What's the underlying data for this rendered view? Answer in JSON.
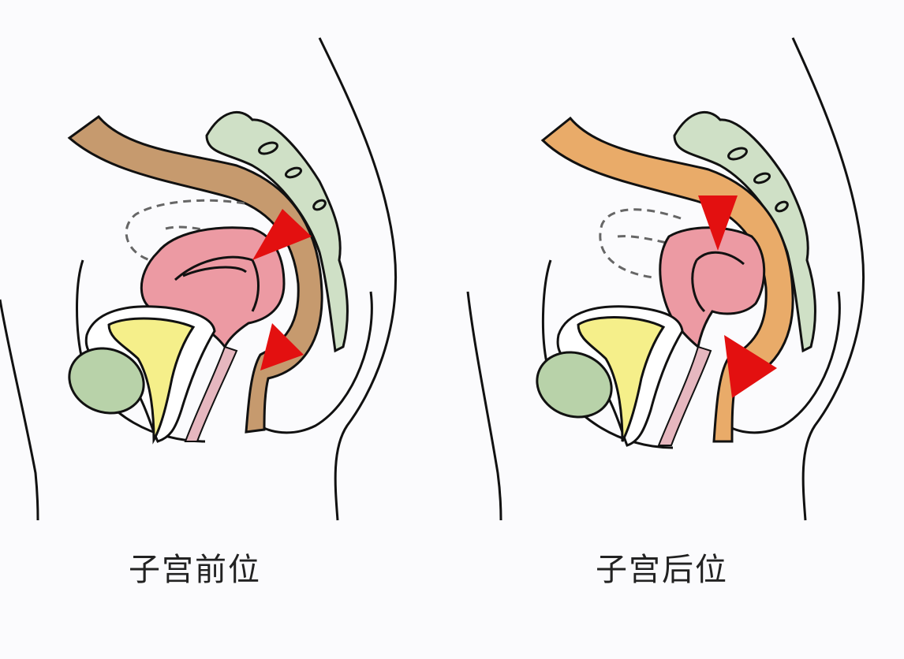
{
  "diagrams": [
    {
      "id": "anteverted",
      "caption": "子宫前位",
      "colors": {
        "rectum": "#c69a6e",
        "sacrum": "#cfe0c6",
        "uterus": "#ec9aa3",
        "bladder": "#f5ef8a",
        "pubis": "#b8d2a9",
        "arrow": "#e31010",
        "outline": "#111111"
      }
    },
    {
      "id": "retroverted",
      "caption": "子宫后位",
      "colors": {
        "rectum": "#e9ab69",
        "sacrum": "#cfe0c6",
        "uterus": "#ec9aa3",
        "bladder": "#f5ef8a",
        "pubis": "#b8d2a9",
        "arrow": "#e31010",
        "outline": "#111111"
      }
    }
  ]
}
